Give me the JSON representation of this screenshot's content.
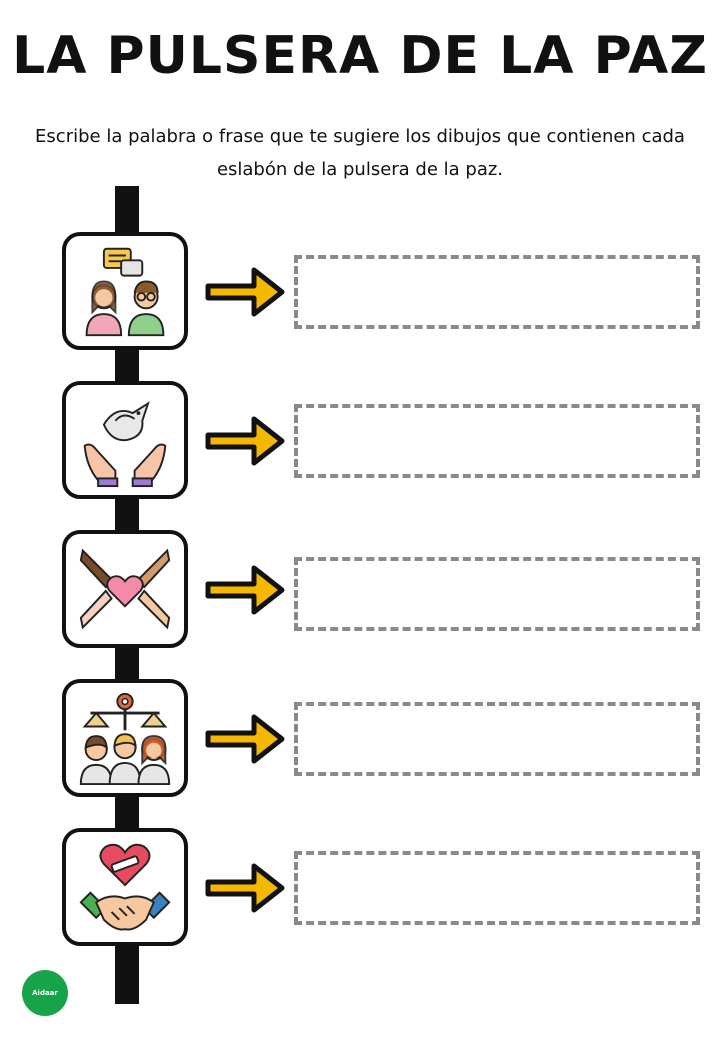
{
  "title": "LA PULSERA DE LA PAZ",
  "instructions": "Escribe la palabra o frase que te sugiere los dibujos que contienen cada eslabón de la pulsera de la paz.",
  "items": [
    {
      "icon": "dialogue-people-icon"
    },
    {
      "icon": "dove-hands-icon"
    },
    {
      "icon": "hands-heart-icon"
    },
    {
      "icon": "justice-scales-people-icon"
    },
    {
      "icon": "heart-handshake-icon"
    }
  ],
  "logo": {
    "icon": "school-logo-icon",
    "text": "Aidaar"
  },
  "colors": {
    "arrow": "#f5b800",
    "border": "#111111",
    "dash": "#8a8a8a",
    "logo": "#16a34a"
  }
}
